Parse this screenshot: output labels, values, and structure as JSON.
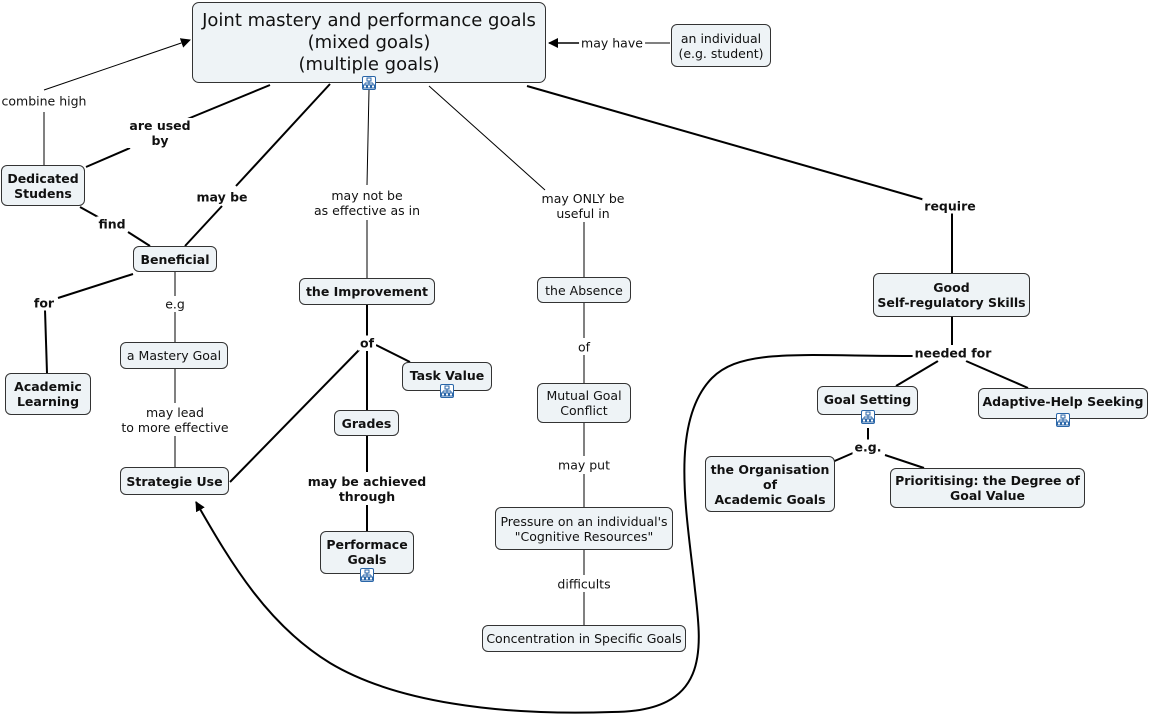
{
  "title": {
    "line1": "Joint mastery and performance goals",
    "line2": "(mixed goals)",
    "line3": "(multiple goals)"
  },
  "nodes": {
    "individual": "an individual\n(e.g. student)",
    "dedicated": "Dedicated\nStudens",
    "beneficial": "Beneficial",
    "academic_learning": "Academic\nLearning",
    "mastery_goal": "a Mastery Goal",
    "strategie_use": "Strategie Use",
    "improvement": "the Improvement",
    "task_value": "Task Value",
    "grades": "Grades",
    "performance_goals": "Performace\nGoals",
    "absence": "the Absence",
    "mutual_conflict": "Mutual Goal\nConflict",
    "pressure": "Pressure on an individual's\n\"Cognitive Resources\"",
    "concentration": "Concentration in Specific Goals",
    "self_regulatory": "Good\nSelf-regulatory Skills",
    "goal_setting": "Goal Setting",
    "help_seeking": "Adaptive-Help Seeking",
    "organisation": "the Organisation\nof\nAcademic Goals",
    "prioritising": "Prioritising: the Degree of\nGoal Value"
  },
  "links": {
    "may_have": "may have",
    "combine_high": "combine high",
    "are_used_by": "are used\nby",
    "find": "find",
    "may_be": "may be",
    "for": "for",
    "eg_lower": "e.g",
    "may_lead": "may lead\nto more effective",
    "may_not_be": "may not be\nas effective as in",
    "of_improvement": "of",
    "may_be_achieved": "may be achieved\nthrough",
    "may_only": "may ONLY be\nuseful in",
    "of_absence": "of",
    "may_put": "may put",
    "difficults": "difficults",
    "require": "require",
    "needed_for": "needed for",
    "eg_upper": "e.g."
  },
  "icons": {
    "submap": "concept-map-icon",
    "arrowhead": "arrow-icon"
  },
  "colors": {
    "node_fill": "#eef3f6",
    "node_border": "#333333",
    "line": "#000000",
    "icon": "#2a66a8"
  }
}
